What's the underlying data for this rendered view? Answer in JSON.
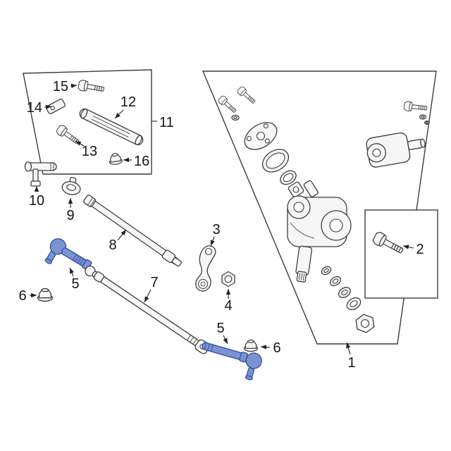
{
  "diagram": {
    "type": "exploded-parts-diagram",
    "description": "steering linkage and gear exploded view with numbered callouts"
  },
  "callouts": {
    "c1": "1",
    "c2": "2",
    "c3": "3",
    "c4": "4",
    "c5a": "5",
    "c5b": "5",
    "c6a": "6",
    "c6b": "6",
    "c7": "7",
    "c8": "8",
    "c9": "9",
    "c10": "10",
    "c11": "11",
    "c12": "12",
    "c13": "13",
    "c14": "14",
    "c15": "15",
    "c16": "16"
  },
  "colors": {
    "line": "#3d3d3d",
    "part-fill": "#f6f6f6",
    "hl-fill": "#7b93d1",
    "hl-stroke": "#2e4d9e",
    "label": "#151515",
    "background": "#ffffff"
  }
}
